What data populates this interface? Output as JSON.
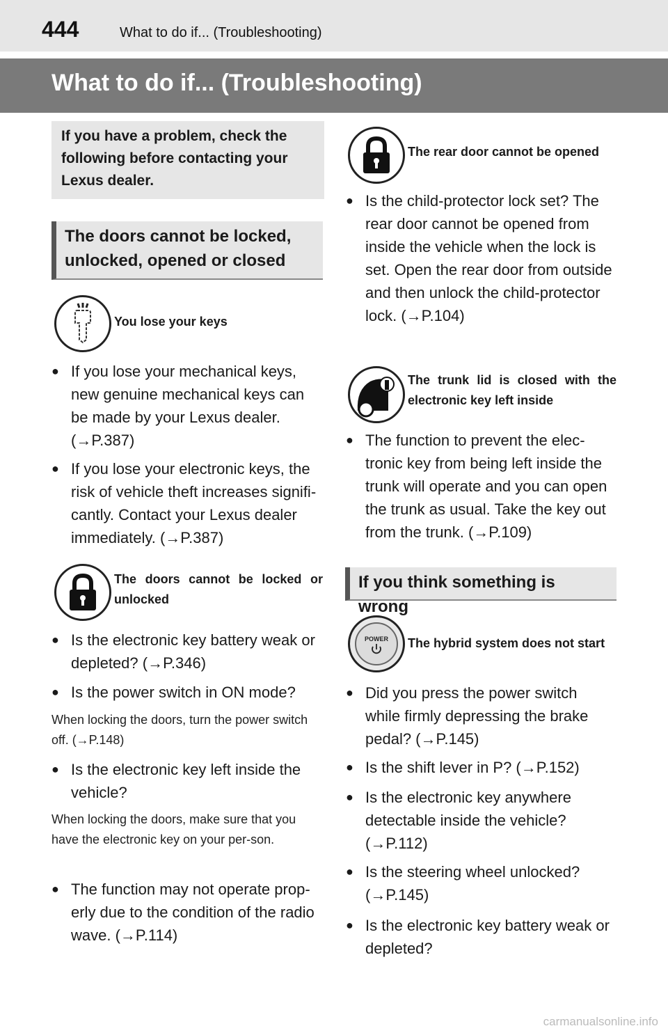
{
  "header": {
    "page_number": "444",
    "title": "What to do if... (Troubleshooting)"
  },
  "main_title": "What to do if... (Troubleshooting)",
  "intro": "If you have a problem, check the following before contacting your Lexus dealer.",
  "left": {
    "section1": "The doors cannot be locked, unlocked, opened or closed",
    "keys": {
      "heading": "You lose your keys",
      "icon": "key-icon",
      "b1": "If you lose your mechanical keys, new genuine mechanical keys can be made by your Lexus dealer. (→P.387)",
      "b2": "If you lose your electronic keys, the risk of vehicle theft increases signifi-cantly. Contact your Lexus dealer immediately. (→P.387)"
    },
    "locked": {
      "heading": "The doors cannot be locked or unlocked",
      "icon": "padlock-icon",
      "b1": "Is the electronic key battery weak or depleted? (→P.346)",
      "b2": "Is the power switch in ON mode?",
      "n2": "When locking the doors, turn the power switch off. (→P.148)",
      "b3": "Is the electronic key left inside the vehicle?",
      "n3": "When locking the doors, make sure that you have the electronic key on your per-son.",
      "b4": "The function may not operate prop-erly due to the condition of the radio wave. (→P.114)"
    }
  },
  "right": {
    "rear": {
      "heading": "The rear door cannot be opened",
      "icon": "padlock-icon",
      "b1": "Is the child-protector lock set? The rear door cannot be opened from inside the vehicle when the lock is set. Open the rear door from outside and then unlock the child-protector lock. (→P.104)"
    },
    "trunk": {
      "heading": "The trunk lid is closed with the electronic key left inside",
      "icon": "trunk-key-icon",
      "b1": "The function to prevent the elec-tronic key from being left inside the trunk will operate and you can open the trunk as usual. Take the key out from the trunk. (→P.109)"
    },
    "section2": "If you think something is wrong",
    "hybrid": {
      "heading": "The hybrid system does not start",
      "icon": "power-button-icon",
      "power_label": "POWER",
      "b1": "Did you press the power switch while firmly depressing the brake pedal? (→P.145)",
      "b2": "Is the shift lever in P? (→P.152)",
      "b3": "Is the electronic key anywhere detectable inside the vehicle? (→P.112)",
      "b4": "Is the steering wheel unlocked? (→P.145)",
      "b5": "Is the electronic key battery weak or depleted?"
    }
  },
  "watermark": "carmanualsonline.info"
}
